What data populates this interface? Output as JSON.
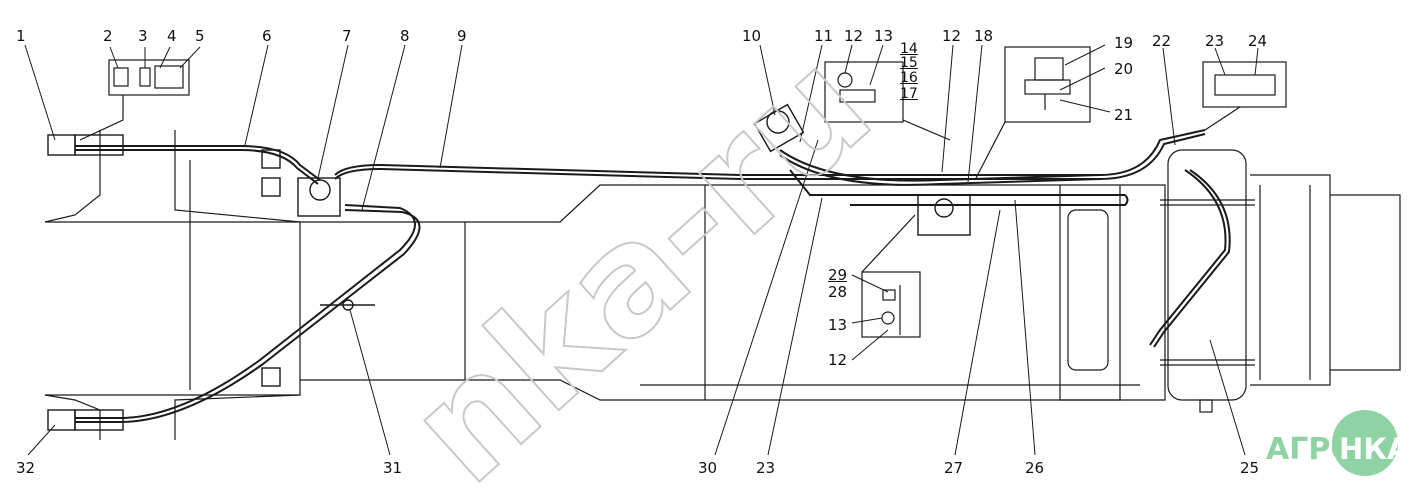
{
  "callouts": [
    "1",
    "2",
    "3",
    "4",
    "5",
    "6",
    "7",
    "8",
    "9",
    "10",
    "11",
    "12",
    "13",
    "14",
    "15",
    "16",
    "17",
    "12",
    "18",
    "19",
    "20",
    "21",
    "22",
    "23",
    "24",
    "29",
    "28",
    "13",
    "12",
    "32",
    "31",
    "30",
    "23",
    "27",
    "26",
    "25"
  ],
  "watermark": {
    "text": "nka-ru"
  },
  "logo": {
    "left": "АГРО",
    "right": "НКА"
  },
  "colors": {
    "line": "#1a1a1a",
    "watermark": "#c8c8c8",
    "logo": "#8fd3a4"
  }
}
